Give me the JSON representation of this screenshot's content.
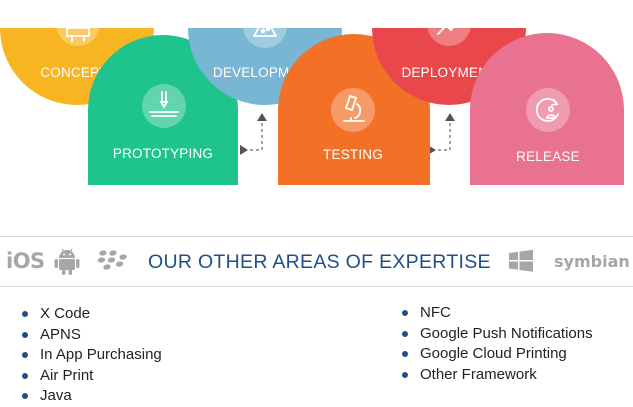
{
  "stages": [
    {
      "id": "concept",
      "label": "CONCEPT",
      "color": "#f8b522",
      "icon": "ideas-icon"
    },
    {
      "id": "prototyping",
      "label": "PROTOTYPING",
      "color": "#1fc38d",
      "icon": "printer-3d-icon"
    },
    {
      "id": "development",
      "label": "DEVELOPMENT",
      "color": "#78b6d3",
      "icon": "flask-icon"
    },
    {
      "id": "testing",
      "label": "TESTING",
      "color": "#f37027",
      "icon": "microscope-icon"
    },
    {
      "id": "deployment",
      "label": "DEPLOYMENT",
      "color": "#e9474b",
      "icon": "plug-icon"
    },
    {
      "id": "release",
      "label": "RELEASE",
      "color": "#e8728f",
      "icon": "release-icon"
    }
  ],
  "expertise": {
    "title": "OUR OTHER AREAS OF EXPERTISE",
    "platforms": {
      "ios": "iOS",
      "android": "android-icon",
      "blackberry": "blackberry-icon",
      "windows": "windows-icon",
      "symbian": "symbian"
    },
    "logo_color": "#a6a6a6",
    "title_color": "#1f4f86"
  },
  "list_left": [
    "X Code",
    "APNS",
    "In App Purchasing",
    "Air Print",
    "Java"
  ],
  "list_right": [
    "NFC",
    "Google Push Notifications",
    "Google Cloud Printing",
    "Other Framework"
  ]
}
